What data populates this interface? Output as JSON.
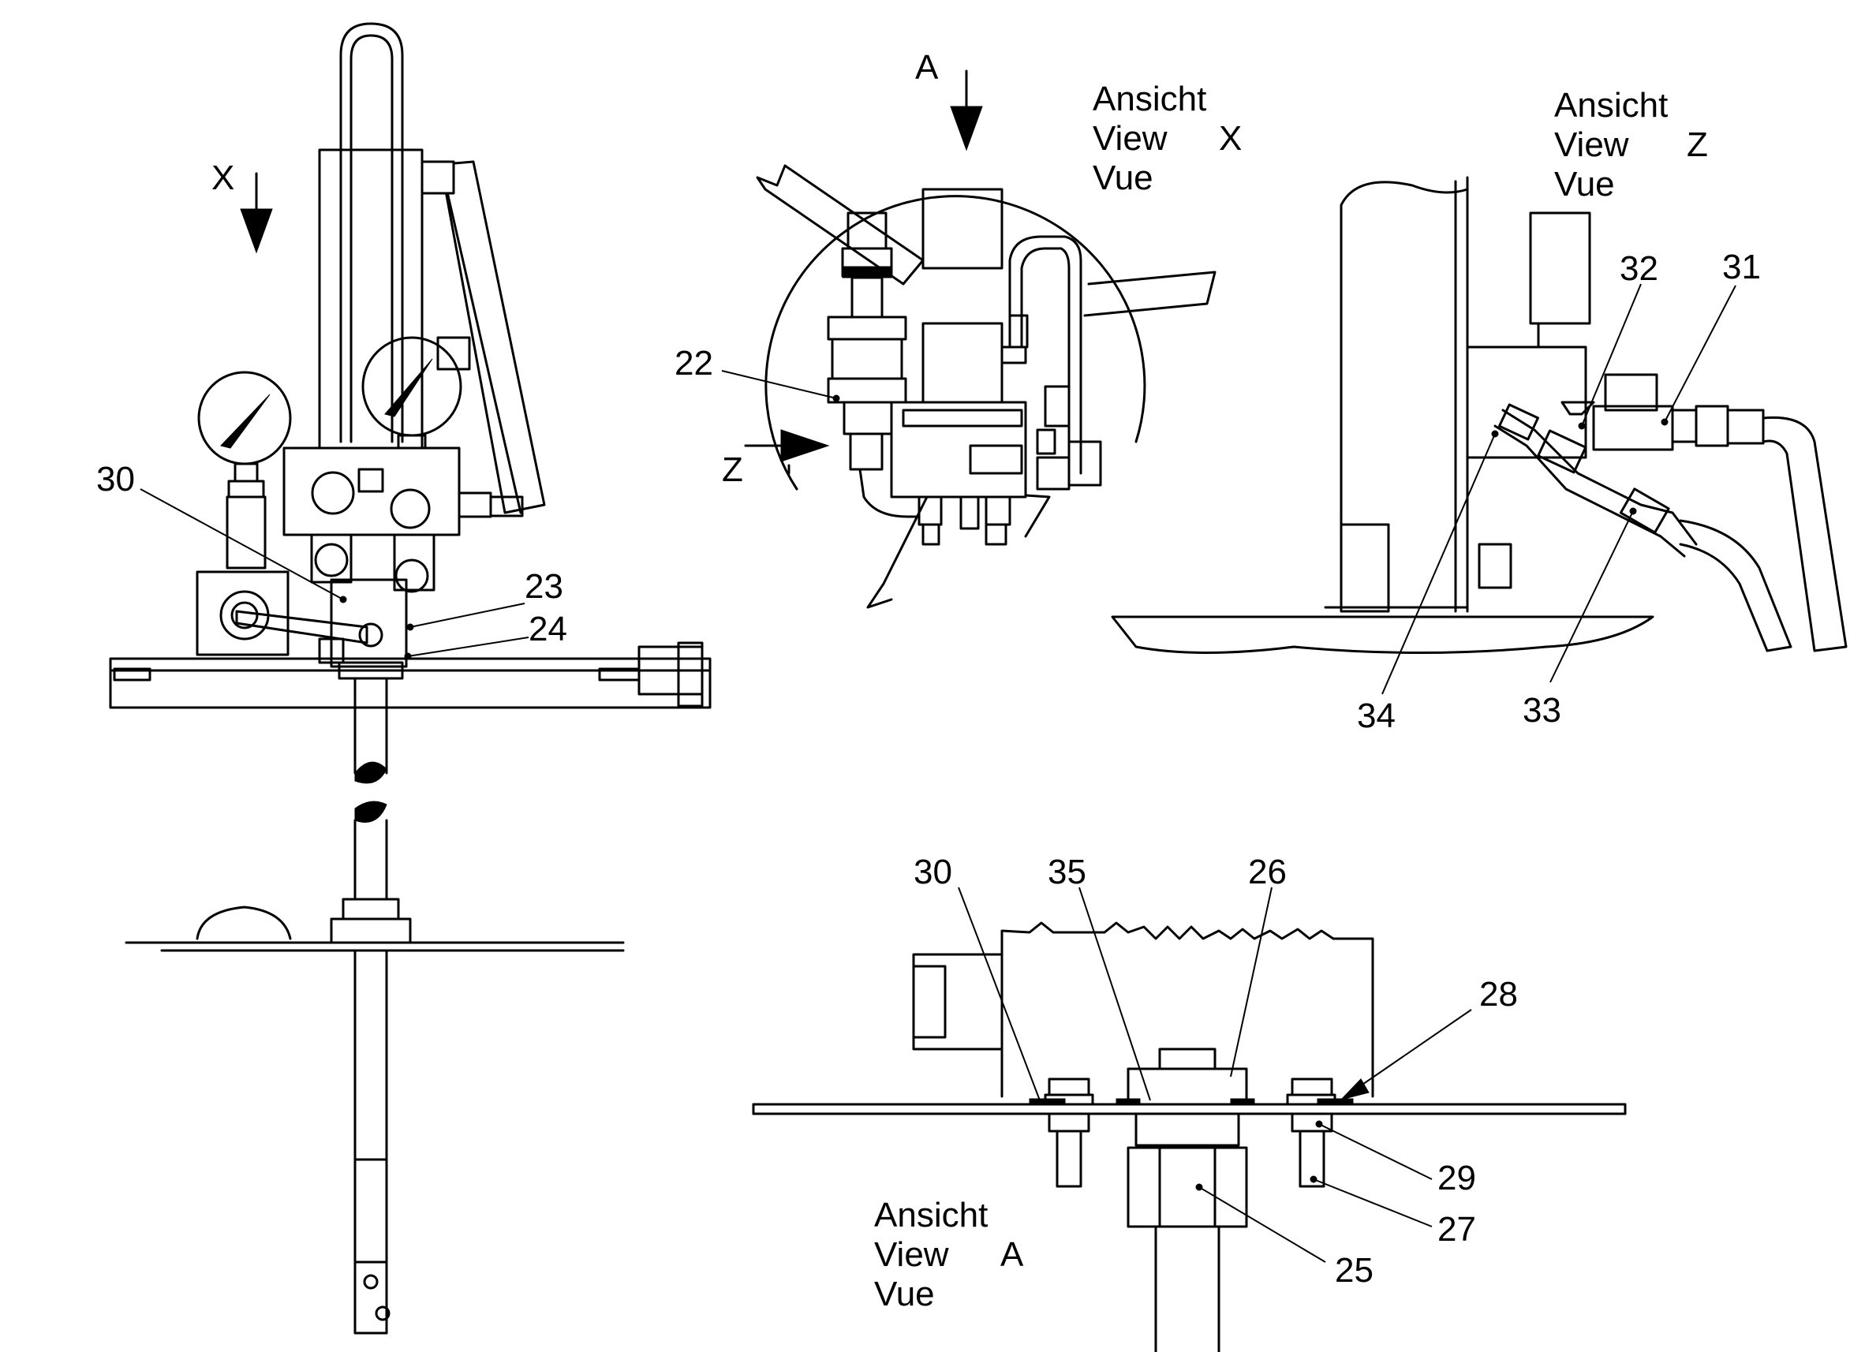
{
  "views": {
    "x": {
      "line1": "Ansicht",
      "line2": "View",
      "line3": "Vue",
      "letter": "X"
    },
    "z": {
      "line1": "Ansicht",
      "line2": "View",
      "line3": "Vue",
      "letter": "Z"
    },
    "a": {
      "line1": "Ansicht",
      "line2": "View",
      "line3": "Vue",
      "letter": "A"
    }
  },
  "markers": {
    "x": "X",
    "a": "A",
    "z": "Z"
  },
  "callouts": {
    "main": [
      "30",
      "23",
      "24"
    ],
    "view_x": [
      "22"
    ],
    "view_z": [
      "32",
      "31",
      "34",
      "33"
    ],
    "view_a": [
      "30",
      "35",
      "26",
      "28",
      "29",
      "27",
      "25"
    ]
  }
}
